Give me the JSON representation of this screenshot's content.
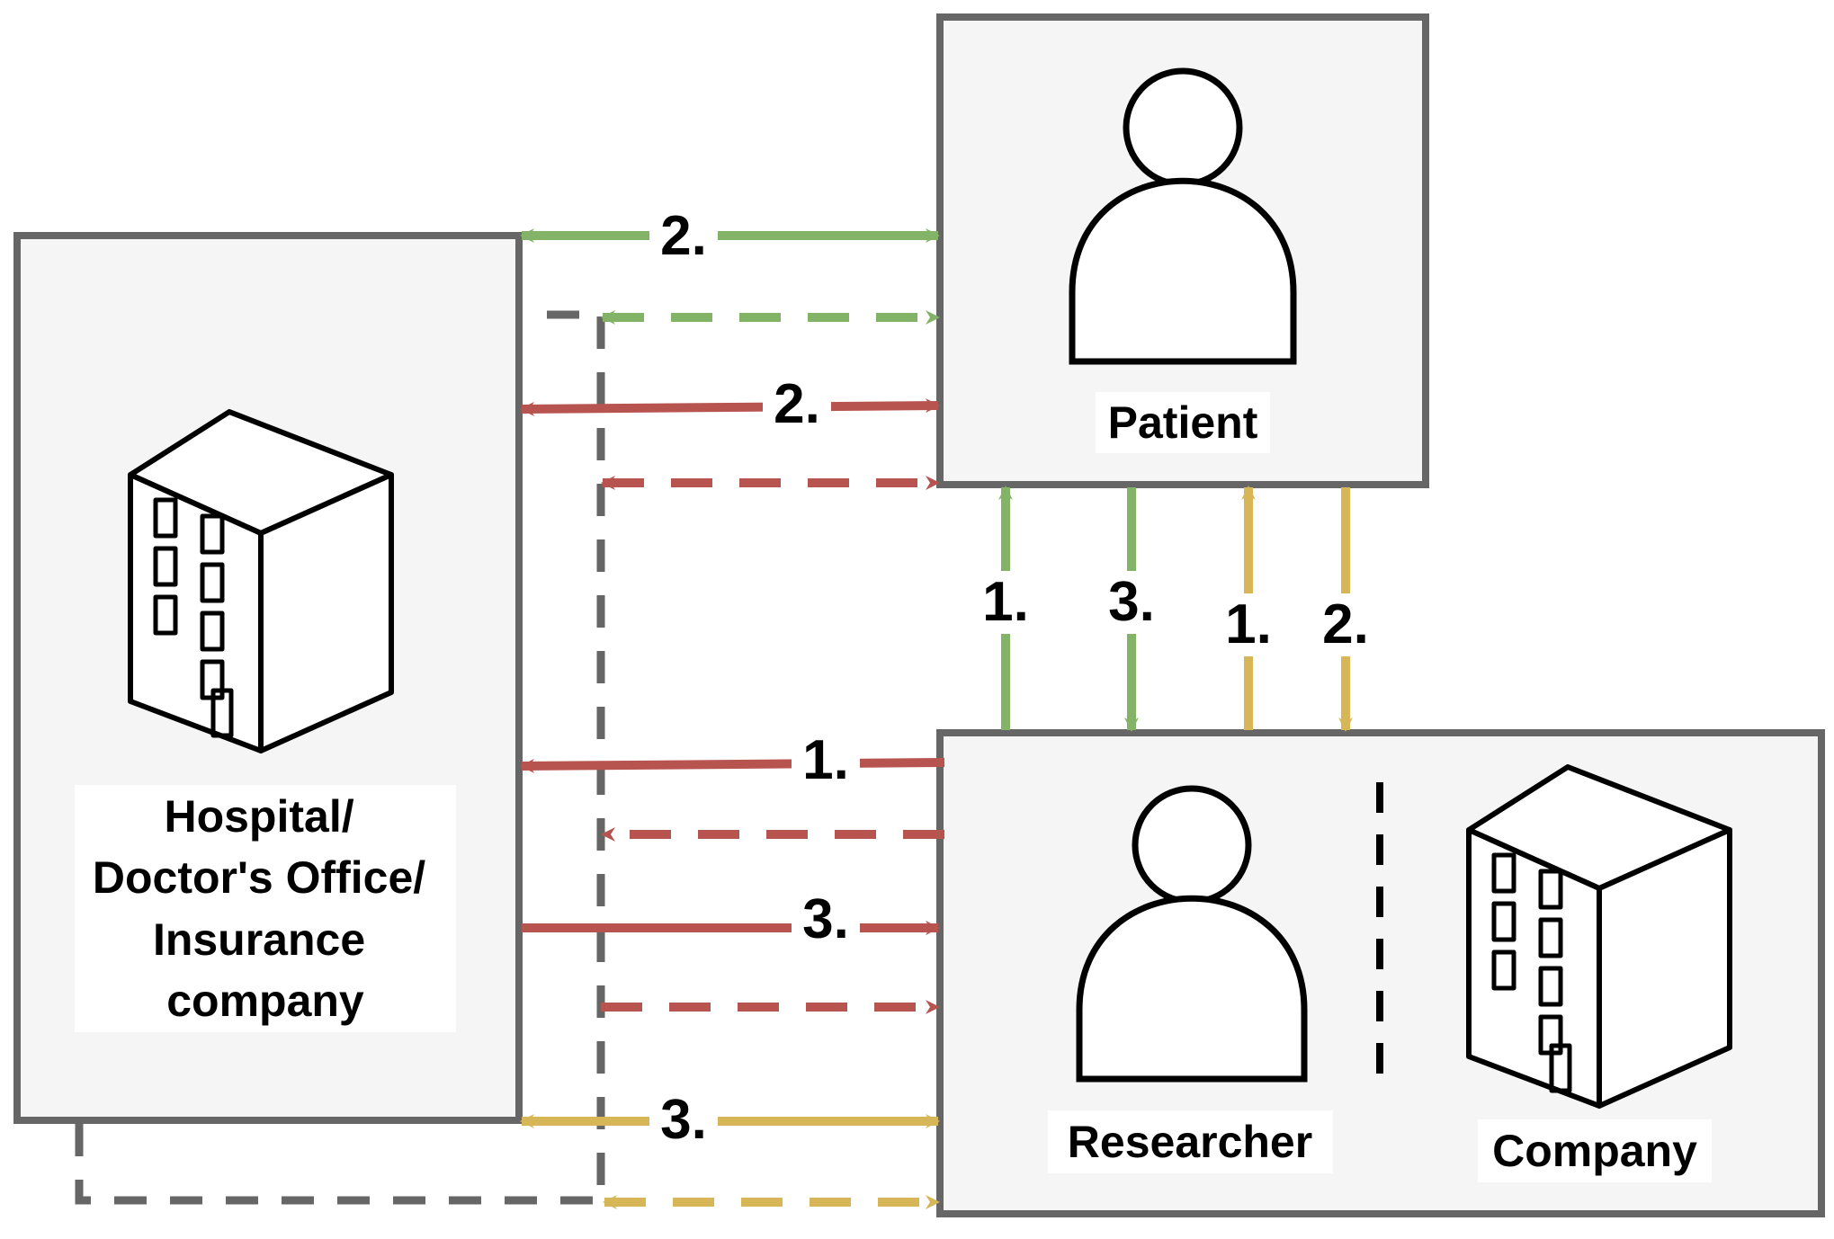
{
  "entities": {
    "hospital": {
      "label_lines": [
        "Hospital/",
        "Doctor's Office/",
        "Insurance",
        "company"
      ]
    },
    "patient": {
      "label": "Patient"
    },
    "researcher": {
      "label": "Researcher"
    },
    "company": {
      "label": "Company"
    }
  },
  "step_labels": {
    "hp_green": "2.",
    "hp_red": "2.",
    "pr_green_up": "1.",
    "pr_green_down": "3.",
    "pr_yellow_up": "1.",
    "pr_yellow_down": "2.",
    "hr_red_left": "1.",
    "hr_red_right": "3.",
    "hr_yellow": "3."
  },
  "colors": {
    "green": "#82b366",
    "red": "#b85450",
    "yellow": "#d6b656",
    "box_fill": "#f5f5f5",
    "box_stroke": "#666666"
  }
}
